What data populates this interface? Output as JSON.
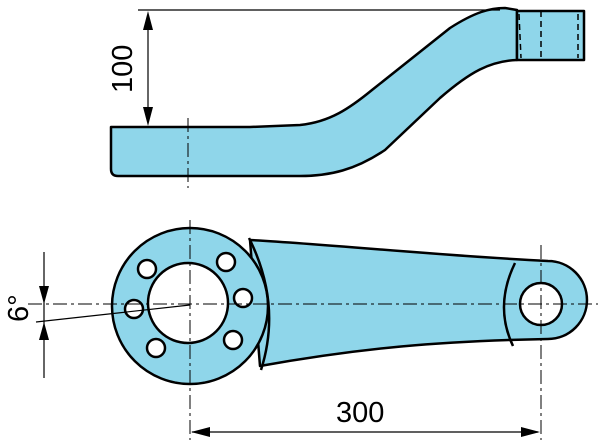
{
  "drawing": {
    "part_color": "#8fd6ea",
    "line_color": "#000000",
    "dimensions": {
      "height_label": "100",
      "length_label": "300",
      "angle_label": "6°"
    }
  }
}
